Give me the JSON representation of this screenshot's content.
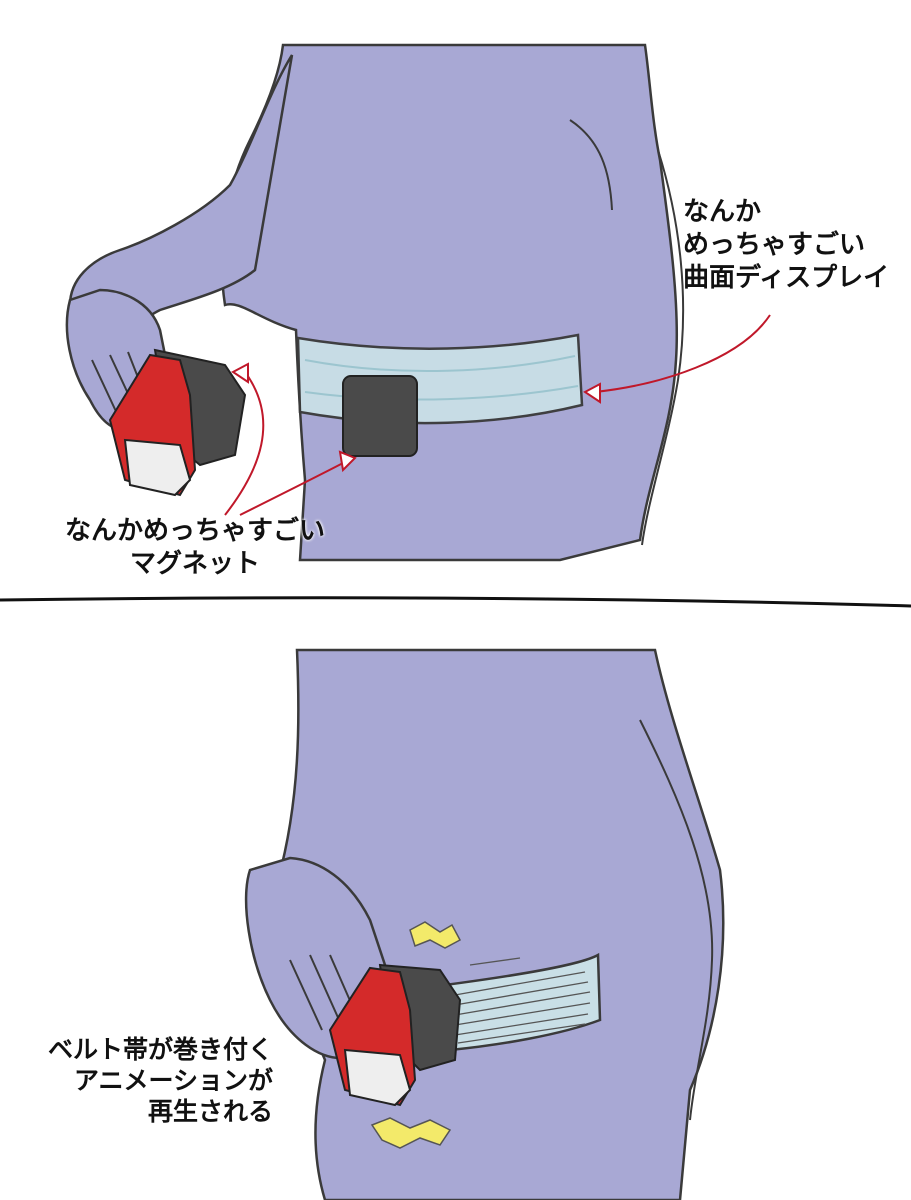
{
  "panel_top": {
    "display_label_lines": [
      "なんか",
      "めっちゃすごい",
      "曲面ディスプレイ"
    ],
    "magnet_label_lines": [
      "なんかめっちゃすごい",
      "マグネット"
    ]
  },
  "panel_bottom": {
    "animation_label_lines": [
      "ベルト帯が巻き付く",
      "アニメーションが",
      "再生される"
    ]
  },
  "colors": {
    "body": "#a8a8d4",
    "outline": "#3a3a3a",
    "belt": "#c9dfe6",
    "buckle": "#4a4a4a",
    "device_red": "#d42a2a",
    "arrow": "#c0182a",
    "impact": "#f3ea6a"
  }
}
